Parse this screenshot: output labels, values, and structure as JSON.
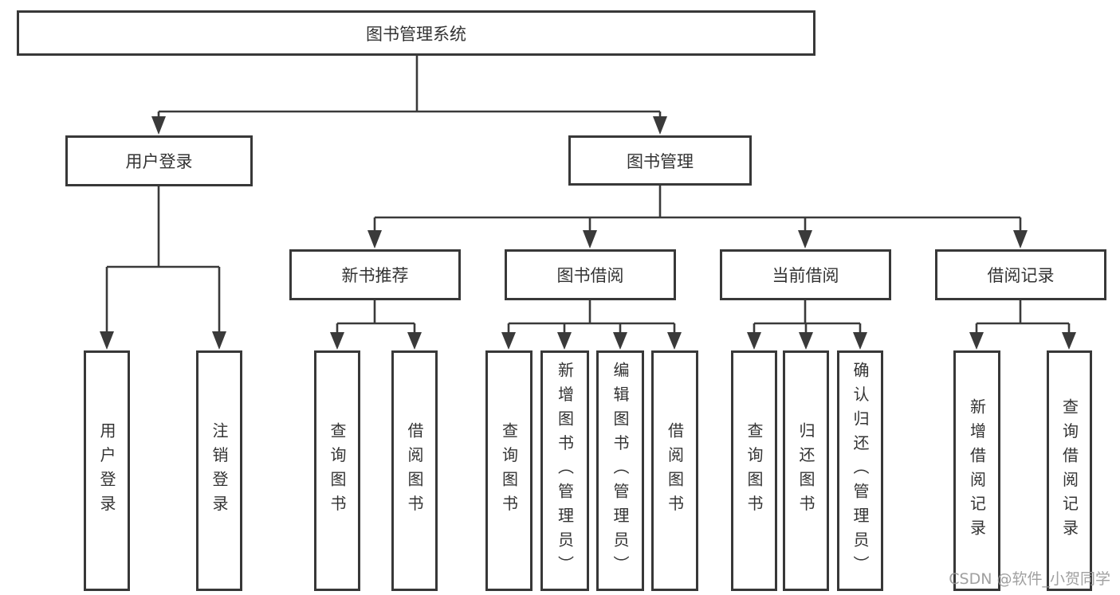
{
  "diagram_title": "图书管理系统",
  "watermark": "CSDN @软件_小贺同学",
  "colors": {
    "line": "#3a3a3a",
    "box_border": "#383838",
    "text": "#333333",
    "background": "#ffffff",
    "watermark": "#969696"
  },
  "tree": {
    "label": "图书管理系统",
    "children": [
      {
        "label": "用户登录",
        "children": [
          {
            "label": "用户登录"
          },
          {
            "label": "注销登录"
          }
        ]
      },
      {
        "label": "图书管理",
        "children": [
          {
            "label": "新书推荐",
            "children": [
              {
                "label": "查询图书"
              },
              {
                "label": "借阅图书"
              }
            ]
          },
          {
            "label": "图书借阅",
            "children": [
              {
                "label": "查询图书"
              },
              {
                "label": "新增图书（管理员）"
              },
              {
                "label": "编辑图书（管理员）"
              },
              {
                "label": "借阅图书"
              }
            ]
          },
          {
            "label": "当前借阅",
            "children": [
              {
                "label": "查询图书"
              },
              {
                "label": "归还图书"
              },
              {
                "label": "确认归还（管理员）"
              }
            ]
          },
          {
            "label": "借阅记录",
            "children": [
              {
                "label": "新增借阅记录"
              },
              {
                "label": "查询借阅记录"
              }
            ]
          }
        ]
      }
    ]
  }
}
